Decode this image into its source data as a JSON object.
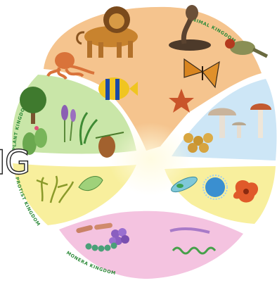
{
  "diagram": {
    "kingdoms": [
      {
        "id": "animal",
        "label": "ANIMAL KINGDOM",
        "fill": "#f5c48e"
      },
      {
        "id": "plant",
        "label": "PLANT KINGDOM",
        "fill": "#c9e6a8"
      },
      {
        "id": "fungi",
        "label": "",
        "fill": "#cde6f6"
      },
      {
        "id": "protist",
        "label": "PROTIST KINGDOM",
        "fill": "#f8ef9d"
      },
      {
        "id": "monera",
        "label": "MONERA KINGDOM",
        "fill": "#f4c3e0"
      }
    ],
    "label_color": "#2e8b3a",
    "center_glow": "#fbf7cf",
    "watermark_text": "IG",
    "organisms": {
      "animal": [
        "lion",
        "cobra",
        "songbird",
        "octopus",
        "angelfish",
        "butterfly",
        "starfish"
      ],
      "plant": [
        "tree",
        "lavender",
        "fern",
        "cactus",
        "pine-cone"
      ],
      "fungi": [
        "mushroom",
        "puffballs"
      ],
      "protist": [
        "algae",
        "euglena",
        "paramecium",
        "radiolarian",
        "amoeba"
      ],
      "monera": [
        "bacilli",
        "cocci-cluster",
        "streptococci",
        "spirochete",
        "spirillum"
      ]
    }
  }
}
